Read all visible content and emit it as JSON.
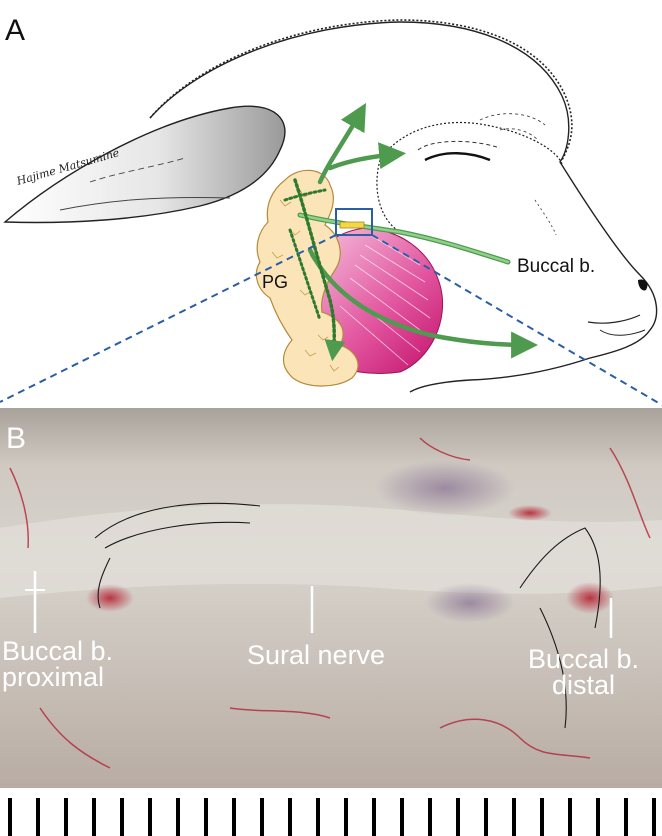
{
  "panel_a": {
    "letter": "A",
    "signature": "Hajime Matsumine",
    "gland_label": "PG",
    "branch_label": "Buccal b."
  },
  "panel_b": {
    "letter": "B",
    "label_proximal_line1": "Buccal b.",
    "label_proximal_line2": "proximal",
    "label_center": "Sural nerve",
    "label_distal_line1": "Buccal b.",
    "label_distal_line2": "distal"
  },
  "colors": {
    "nerve_green": "#4e9a4e",
    "nerve_fill": "#8fd08a",
    "gland_fill": "#fbe5b8",
    "muscle_magenta": "#d81b7d",
    "zoom_line": "#2a5fa8",
    "photo_tissue": "#c9c3bb"
  }
}
